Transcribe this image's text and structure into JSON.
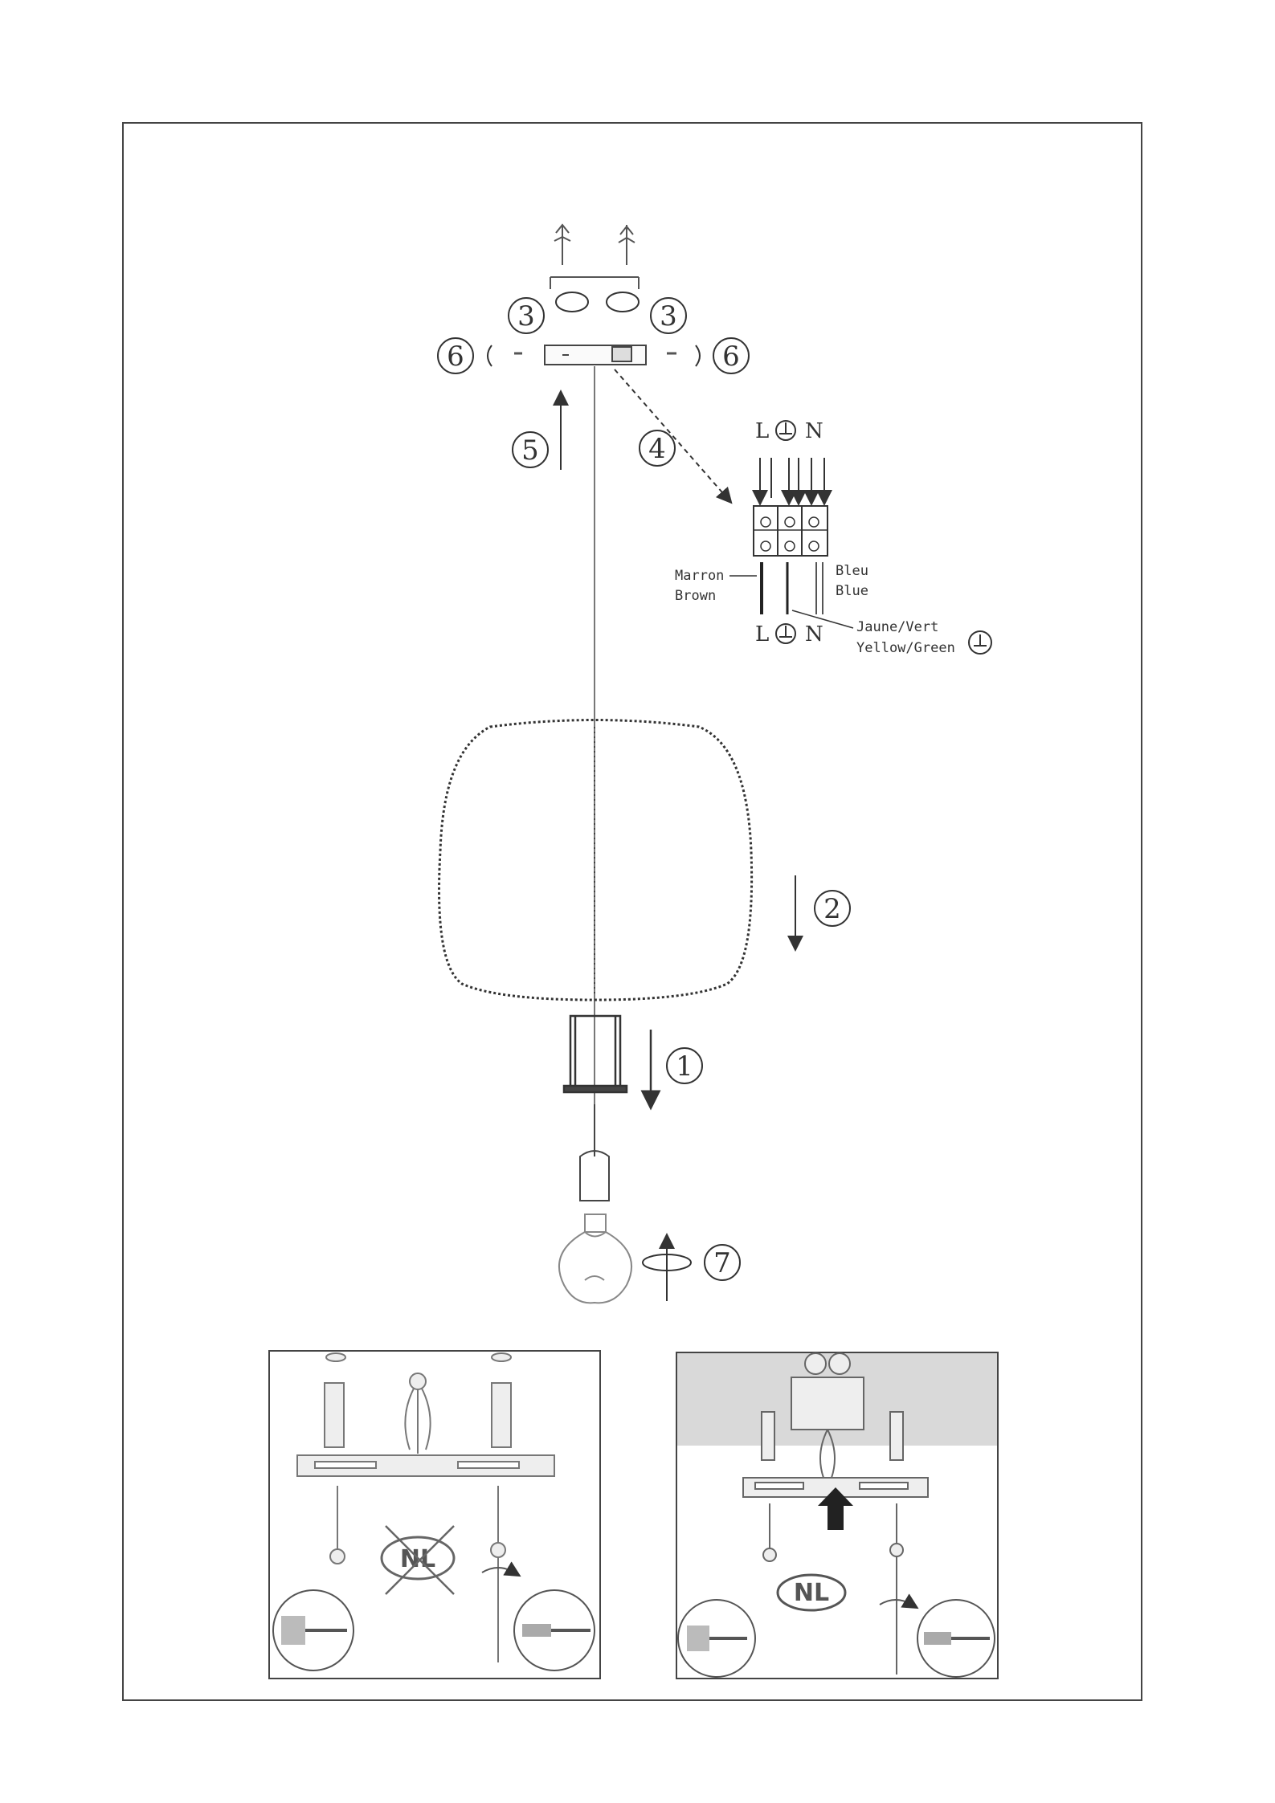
{
  "steps": {
    "s1": "1",
    "s2": "2",
    "s3a": "3",
    "s3b": "3",
    "s4": "4",
    "s5": "5",
    "s6a": "6",
    "s6b": "6",
    "s7": "7"
  },
  "wiring": {
    "top_l": "L",
    "top_n": "N",
    "bottom_l": "L",
    "bottom_n": "N",
    "brown_fr": "Marron",
    "brown_en": "Brown",
    "blue_fr": "Bleu",
    "blue_en": "Blue",
    "yg_fr": "Jaune/Vert",
    "yg_en": "Yellow/Green"
  },
  "panels": {
    "left_badge": "NL",
    "right_badge": "NL"
  },
  "colors": {
    "line": "#333333",
    "ceiling": "#d9d9d9",
    "panel_bg": "#ffffff"
  }
}
